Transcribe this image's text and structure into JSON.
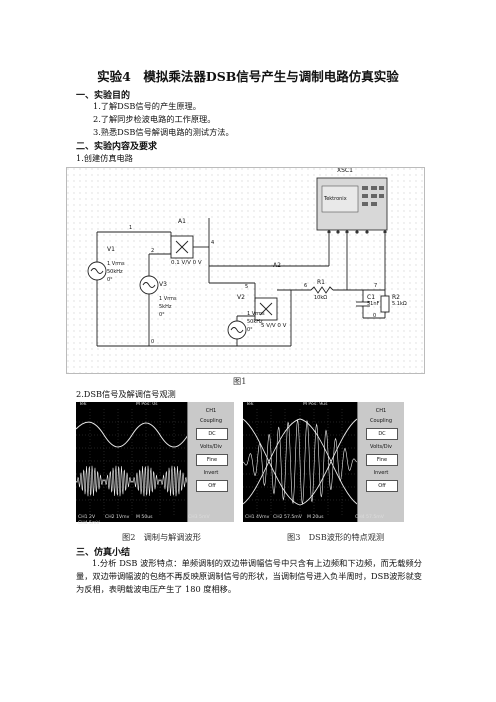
{
  "title": "实验4　模拟乘法器DSB信号产生与调制电路仿真实验",
  "sections": {
    "s1_heading": "一、实验目的",
    "s1_items": [
      "1.了解DSB信号的产生原理。",
      "2.了解同步检波电路的工作原理。",
      "3.熟悉DSB信号解调电路的测试方法。"
    ],
    "s2_heading": "二、实验内容及要求",
    "s2_sub1": "1.创建仿真电路",
    "fig1_caption": "图1",
    "s2_sub2": "2.DSB信号及解调信号观测",
    "fig2_caption": "图2　调制与解调波形",
    "fig3_caption": "图3　DSB波形的特点观测",
    "s3_heading": "三、仿真小结",
    "s3_text": "1.分析 DSB 波形特点：单频调制的双边带调幅信号中只含有上边频和下边频，而无载频分量，双边带调幅波的包络不再反映原调制信号的形状，当调制信号进入负半周时，DSB波形就变为反相，表明载波电压产生了 180 度相移。"
  },
  "circuit": {
    "xsc_label": "XSC1",
    "scope_brand": "Tektronix",
    "a1_label": "A1",
    "a1_gain": "0.1 V/V 0 V",
    "a2_label": "A2",
    "a2_gain": "5 V/V 0 V",
    "v1": [
      "V1",
      "1 Vrms",
      "50kHz",
      "0°"
    ],
    "v3": [
      "V3",
      "1 Vrms",
      "5kHz",
      "0°"
    ],
    "v2": [
      "V2",
      "1 Vrms",
      "50kHz",
      "0°"
    ],
    "r1": [
      "R1",
      "10kΩ"
    ],
    "c1": [
      "C1",
      "51nF"
    ],
    "r2": [
      "R2",
      "5.1kΩ"
    ],
    "nodes": [
      "1",
      "2",
      "4",
      "5",
      "6",
      "7",
      "0",
      "0"
    ]
  },
  "scope1": {
    "top_left": "Tek",
    "top_mid": "M Pos: 0s",
    "top_right": "CH1",
    "panel": [
      "Coupling",
      "DC",
      "Volts/Div",
      "Fine",
      "Invert",
      "Off"
    ],
    "bottom": [
      "CH1 2V",
      "CH2 1Vmv",
      "M 50us",
      "CH3 5mV",
      "CH4 5mV"
    ]
  },
  "scope2": {
    "top_left": "Tek",
    "top_mid": "M Pos: 9us",
    "top_right": "CH1",
    "panel": [
      "Coupling",
      "DC",
      "Volts/Div",
      "Fine",
      "Invert",
      "Off"
    ],
    "bottom": [
      "CH1 4Vmv",
      "CH2 57.5mV",
      "M 20us",
      "CH4 57.5mV"
    ]
  }
}
